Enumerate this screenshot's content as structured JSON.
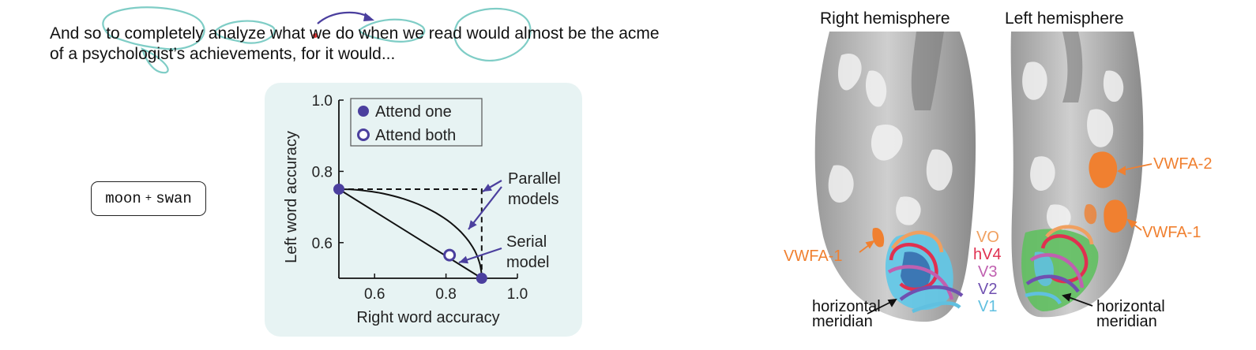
{
  "sentence": {
    "line1": "And so to completely analyze what we do when we read would almost be the acme",
    "line2": "of a psychologist’s achievements, for it would..."
  },
  "stimulus": {
    "left_word": "moon",
    "fixation": "+",
    "right_word": "swan"
  },
  "chart_data": {
    "type": "scatter",
    "title": "",
    "xlabel": "Right word accuracy",
    "ylabel": "Left word accuracy",
    "xlim": [
      0.5,
      1.0
    ],
    "ylim": [
      0.5,
      1.0
    ],
    "xticks": [
      "0.6",
      "0.8",
      "1.0"
    ],
    "yticks": [
      "0.6",
      "0.8",
      "1.0"
    ],
    "grid": false,
    "legend_position": "top",
    "series": [
      {
        "name": "Attend one",
        "marker": "filled-circle",
        "color": "#4b3f9e",
        "points": [
          [
            0.5,
            0.75
          ],
          [
            0.9,
            0.5
          ]
        ]
      },
      {
        "name": "Attend both",
        "marker": "open-circle",
        "color": "#4b3f9e",
        "points": [
          [
            0.81,
            0.565
          ]
        ]
      }
    ],
    "annotations": [
      {
        "text": "Parallel models",
        "line1": "Parallel",
        "line2": "models"
      },
      {
        "text": "Serial model",
        "line1": "Serial",
        "line2": "model"
      }
    ]
  },
  "brain": {
    "right_title": "Right hemisphere",
    "left_title": "Left hemisphere",
    "labels": {
      "vwfa1_right": "VWFA-1",
      "vwfa2_left": "VWFA-2",
      "vwfa1_left": "VWFA-1",
      "horizontal_right": "horizontal",
      "meridian_right": "meridian",
      "horizontal_left": "horizontal",
      "meridian_left": "meridian"
    },
    "roi_legend": [
      {
        "name": "VO",
        "color": "#f0a060"
      },
      {
        "name": "hV4",
        "color": "#e03050"
      },
      {
        "name": "V3",
        "color": "#c060b0"
      },
      {
        "name": "V2",
        "color": "#7050b0"
      },
      {
        "name": "V1",
        "color": "#60c0e0"
      }
    ]
  },
  "colors": {
    "accent": "#4b3f9e",
    "saccade_loops": "#7fcdc6",
    "fixation_dot": "#e03030",
    "vwfa": "#f08030",
    "panel_bg": "#e7f3f3"
  }
}
